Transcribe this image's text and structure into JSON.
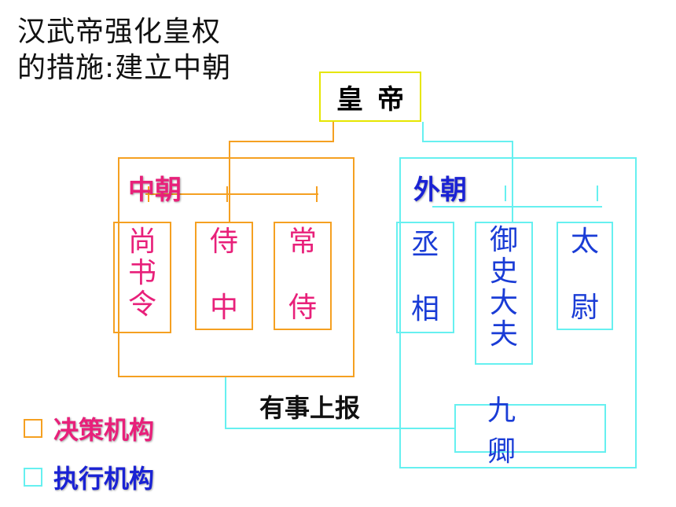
{
  "title": {
    "line1": "汉武帝强化皇权",
    "line2": "的措施:建立中朝"
  },
  "emperor": "皇帝",
  "inner_court": {
    "label": "中朝",
    "offices": [
      {
        "chars": [
          "尚",
          "书",
          "令"
        ]
      },
      {
        "chars": [
          "侍",
          "中"
        ]
      },
      {
        "chars": [
          "常",
          "侍"
        ]
      }
    ]
  },
  "outer_court": {
    "label": "外朝",
    "offices": [
      {
        "chars": [
          "丞",
          "相"
        ]
      },
      {
        "chars": [
          "御",
          "史",
          "大",
          "夫"
        ]
      },
      {
        "chars": [
          "太",
          "尉"
        ]
      }
    ],
    "nine_ministers": "九卿"
  },
  "report_label": "有事上报",
  "legend": [
    {
      "label": "决策机构",
      "color": "#f5a021",
      "text_color": "#e8207a"
    },
    {
      "label": "执行机构",
      "color": "#66f0f0",
      "text_color": "#1a22d4"
    }
  ],
  "colors": {
    "decision": "#f5a021",
    "execution": "#66f0f0",
    "emperor_border": "#e6e600"
  }
}
